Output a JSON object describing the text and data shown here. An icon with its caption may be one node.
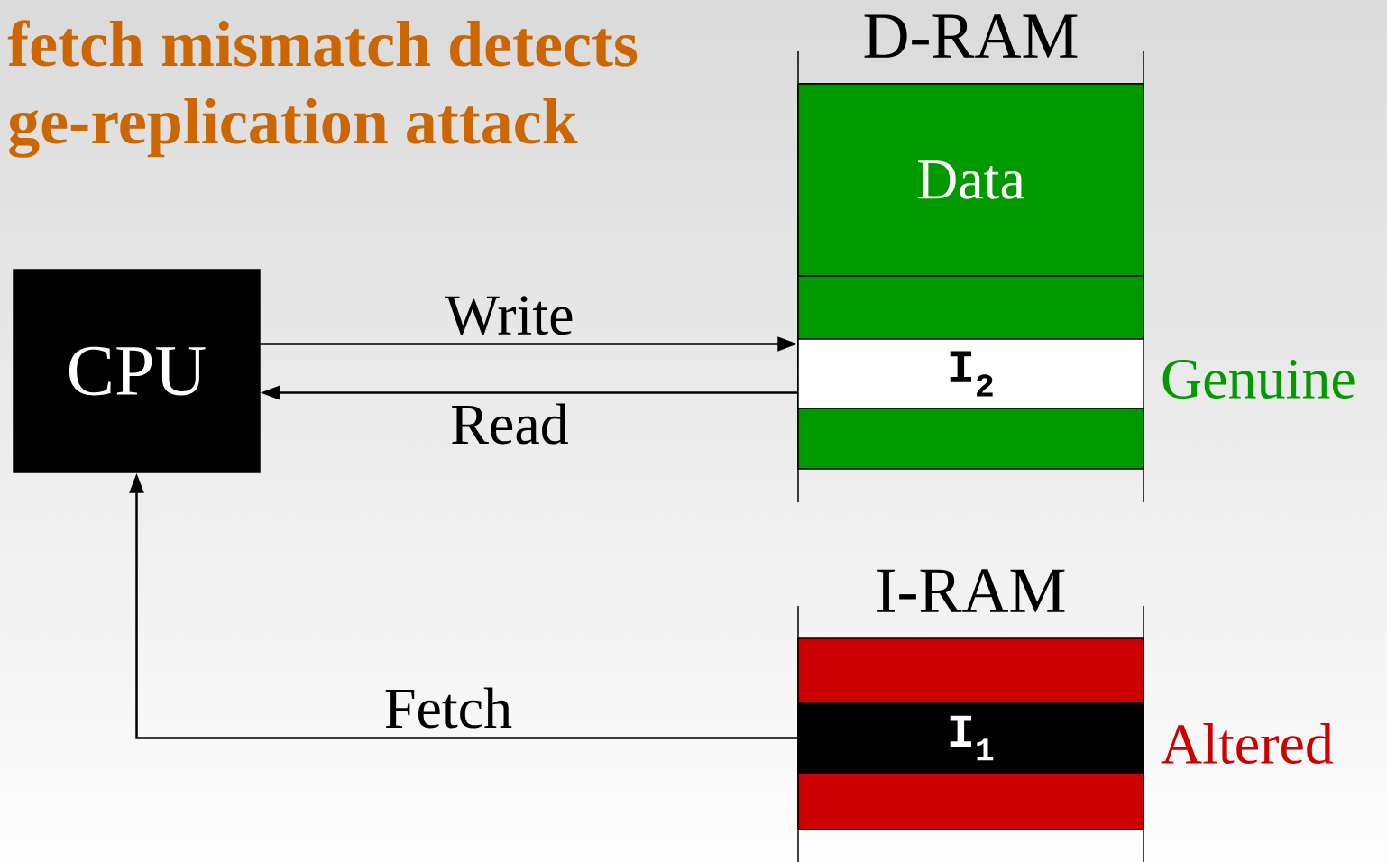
{
  "diagram": {
    "title": "fetch mismatch detects ge-replication attack",
    "nodes": [
      {
        "text": [
          "CPU"
        ]
      },
      {
        "text": [
          "D-RAM"
        ]
      },
      {
        "text": [
          "Data"
        ],
        "in": 1
      },
      {
        "text": [
          "I$_{2}$"
        ],
        "in": 1,
        "beside": [
          "Genuine"
        ]
      },
      {
        "text": [
          "I-RAM"
        ]
      },
      {
        "text": [
          "I$_{1}$"
        ],
        "in": 4,
        "beside": [
          "Altered"
        ]
      }
    ],
    "edges": [
      {
        "from": 0,
        "to": 3,
        "arrow": "to",
        "label": "Write"
      },
      {
        "from": 3,
        "to": 0,
        "arrow": "to",
        "label": "Read"
      },
      {
        "from": 5,
        "to": 0,
        "arrow": "to",
        "label": "Fetch"
      }
    ]
  }
}
